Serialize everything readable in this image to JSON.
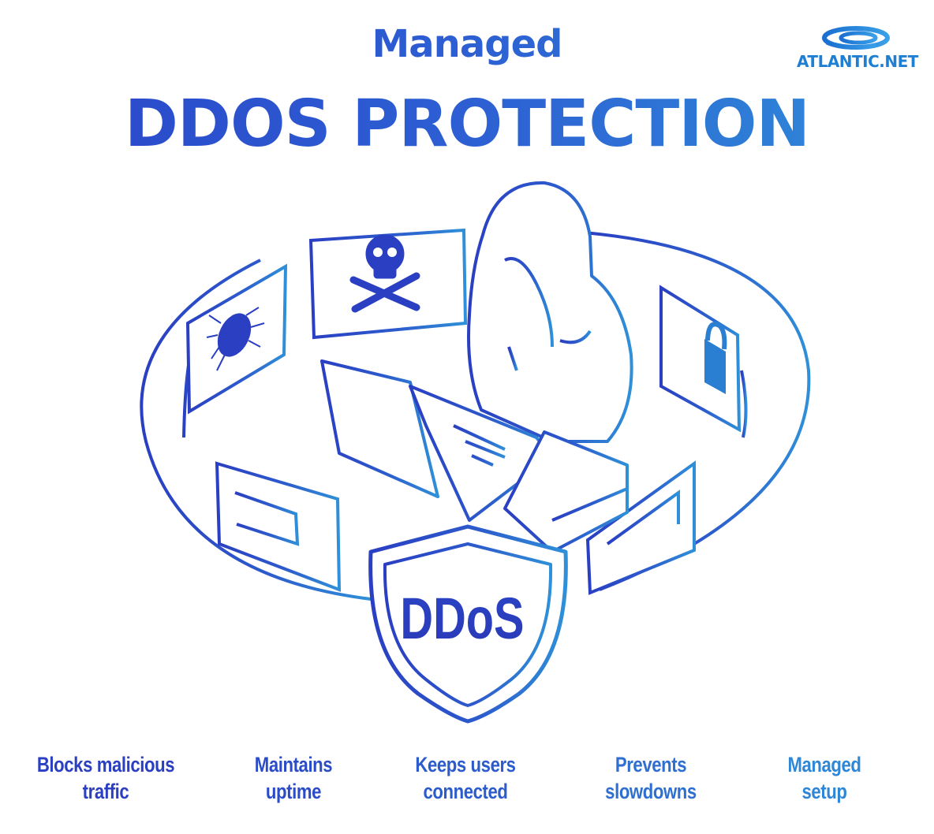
{
  "header": {
    "subtitle": "Managed",
    "title": "DDOS PROTECTION"
  },
  "logo": {
    "text": "ATLANTIC.NET",
    "icon": "swirl-logo-icon"
  },
  "shield": {
    "label": "DDoS",
    "icon": "shield-icon"
  },
  "features": [
    {
      "line1": "Blocks malicious",
      "line2": "traffic",
      "color": "#2a3fc2"
    },
    {
      "line1": "Maintains",
      "line2": "uptime",
      "color": "#2b4cc8"
    },
    {
      "line1": "Keeps users",
      "line2": "connected",
      "color": "#2c5bcc"
    },
    {
      "line1": "Prevents",
      "line2": "slowdowns",
      "color": "#2e6fd1"
    },
    {
      "line1": "Managed",
      "line2": "setup",
      "color": "#2f86d6"
    }
  ],
  "colors": {
    "gradient_start": "#2a45c9",
    "gradient_end": "#2f8fd9"
  }
}
